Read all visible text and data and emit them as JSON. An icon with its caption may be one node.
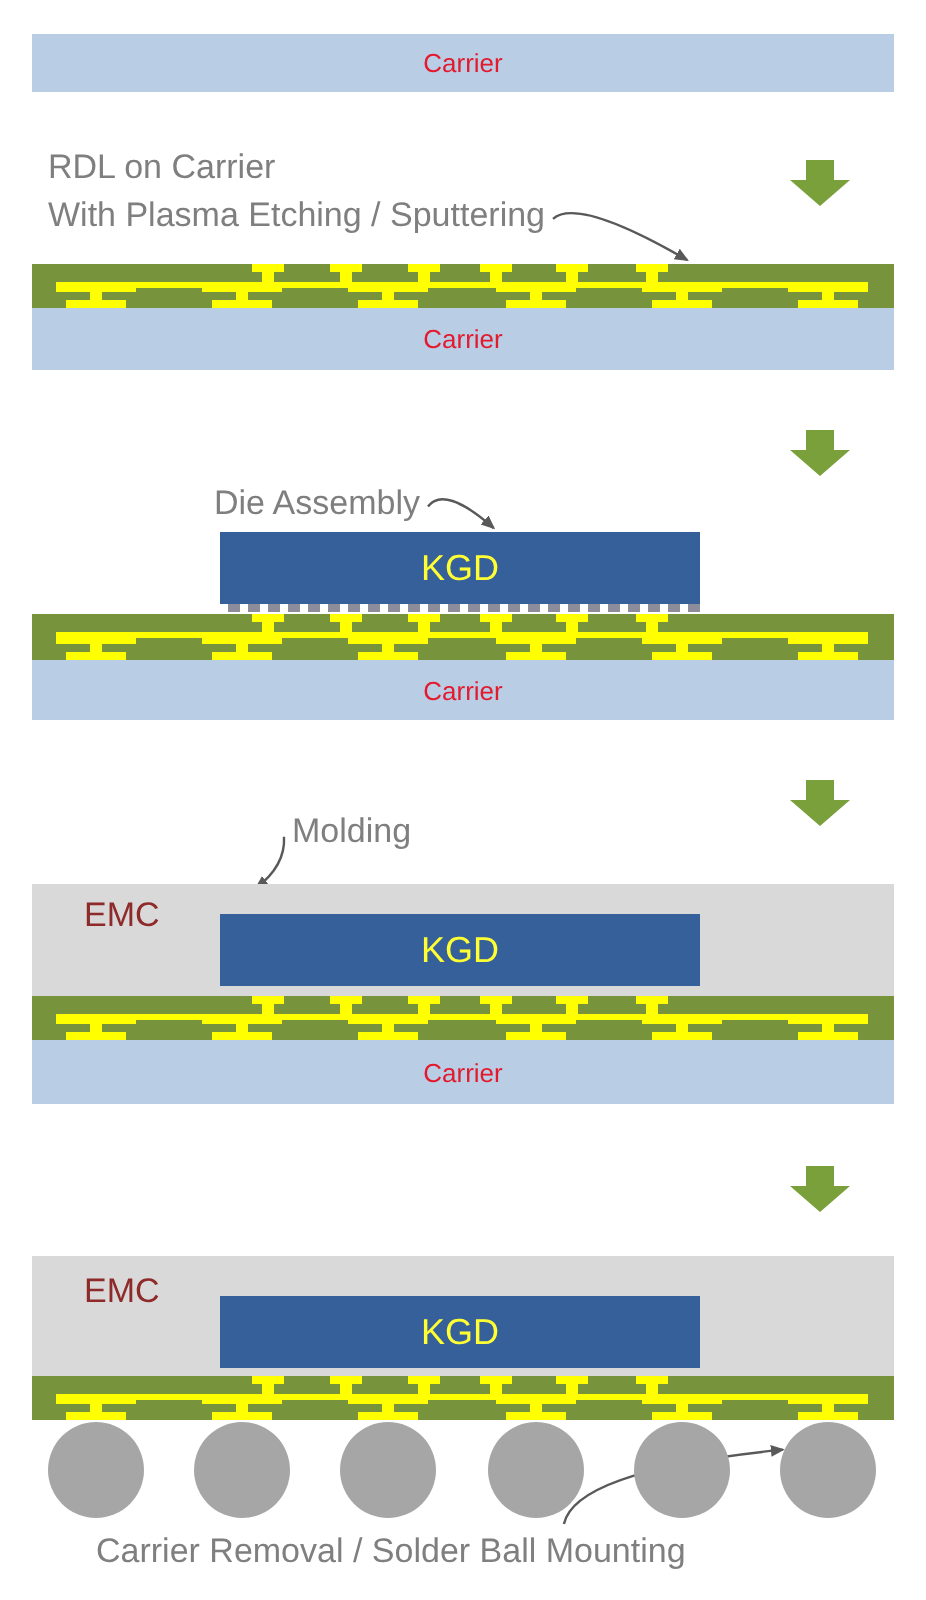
{
  "diagram": {
    "nodes": [
      {
        "text": [
          "Carrier"
        ]
      },
      {
        "text": [
          "RDL on Carrier",
          "With Plasma Etching / Sputtering"
        ]
      },
      {
        "text": [],
        "shape": "bar"
      },
      {
        "text": [
          "Carrier"
        ]
      },
      {
        "text": [
          "Die Assembly"
        ]
      },
      {
        "text": [
          "KGD"
        ]
      },
      {
        "text": [],
        "shape": "bar"
      },
      {
        "text": [
          "Carrier"
        ]
      },
      {
        "text": [
          "Molding"
        ]
      },
      {
        "text": [
          "EMC"
        ]
      },
      {
        "text": [
          "KGD"
        ],
        "in": 9
      },
      {
        "text": [],
        "shape": "bar"
      },
      {
        "text": [
          "Carrier"
        ]
      },
      {
        "text": [
          "EMC"
        ]
      },
      {
        "text": [
          "KGD"
        ],
        "in": 13
      },
      {
        "text": [],
        "shape": "bar"
      },
      {
        "text": [],
        "shape": "circle"
      },
      {
        "text": [],
        "shape": "circle"
      },
      {
        "text": [],
        "shape": "circle"
      },
      {
        "text": [],
        "shape": "circle"
      },
      {
        "text": [],
        "shape": "circle"
      },
      {
        "text": [],
        "shape": "circle"
      },
      {
        "text": [
          "Carrier Removal / Solder Ball Mounting"
        ]
      }
    ],
    "edges": [
      {
        "from": 1,
        "to": 2,
        "arrow": "to"
      },
      {
        "from": 4,
        "to": 5,
        "arrow": "to"
      },
      {
        "from": 8,
        "to": 9,
        "arrow": "to"
      },
      {
        "from": 22,
        "to": 21,
        "arrow": "to"
      }
    ]
  }
}
